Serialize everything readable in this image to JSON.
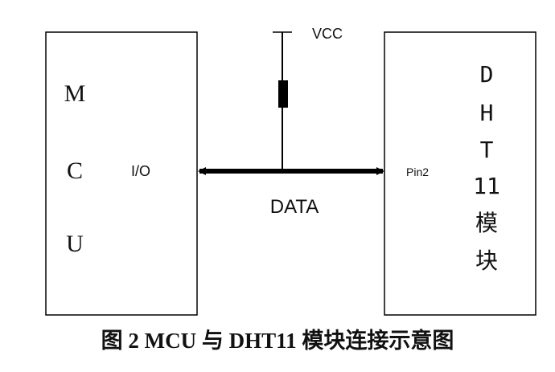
{
  "mcu_block": {
    "letters": [
      "M",
      "C",
      "U"
    ],
    "port_label": "I/O"
  },
  "dht_block": {
    "letters": [
      "D",
      "H",
      "T",
      "11",
      "模",
      "块"
    ],
    "port_label": "Pin2"
  },
  "vcc_label": "VCC",
  "data_label": "DATA",
  "caption": "图 2  MCU 与 DHT11 模块连接示意图",
  "colors": {
    "line": "#000000",
    "text": "#111111",
    "background": "#ffffff"
  }
}
